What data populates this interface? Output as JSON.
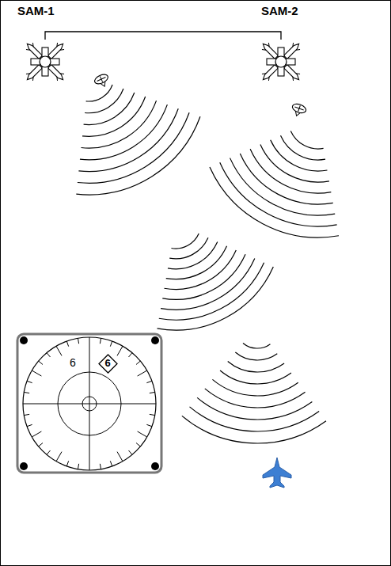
{
  "diagram": {
    "nodes": [
      {
        "text": [
          "6"
        ]
      }
    ],
    "labels": [
      "SAM-1",
      "SAM-2",
      "6"
    ]
  }
}
